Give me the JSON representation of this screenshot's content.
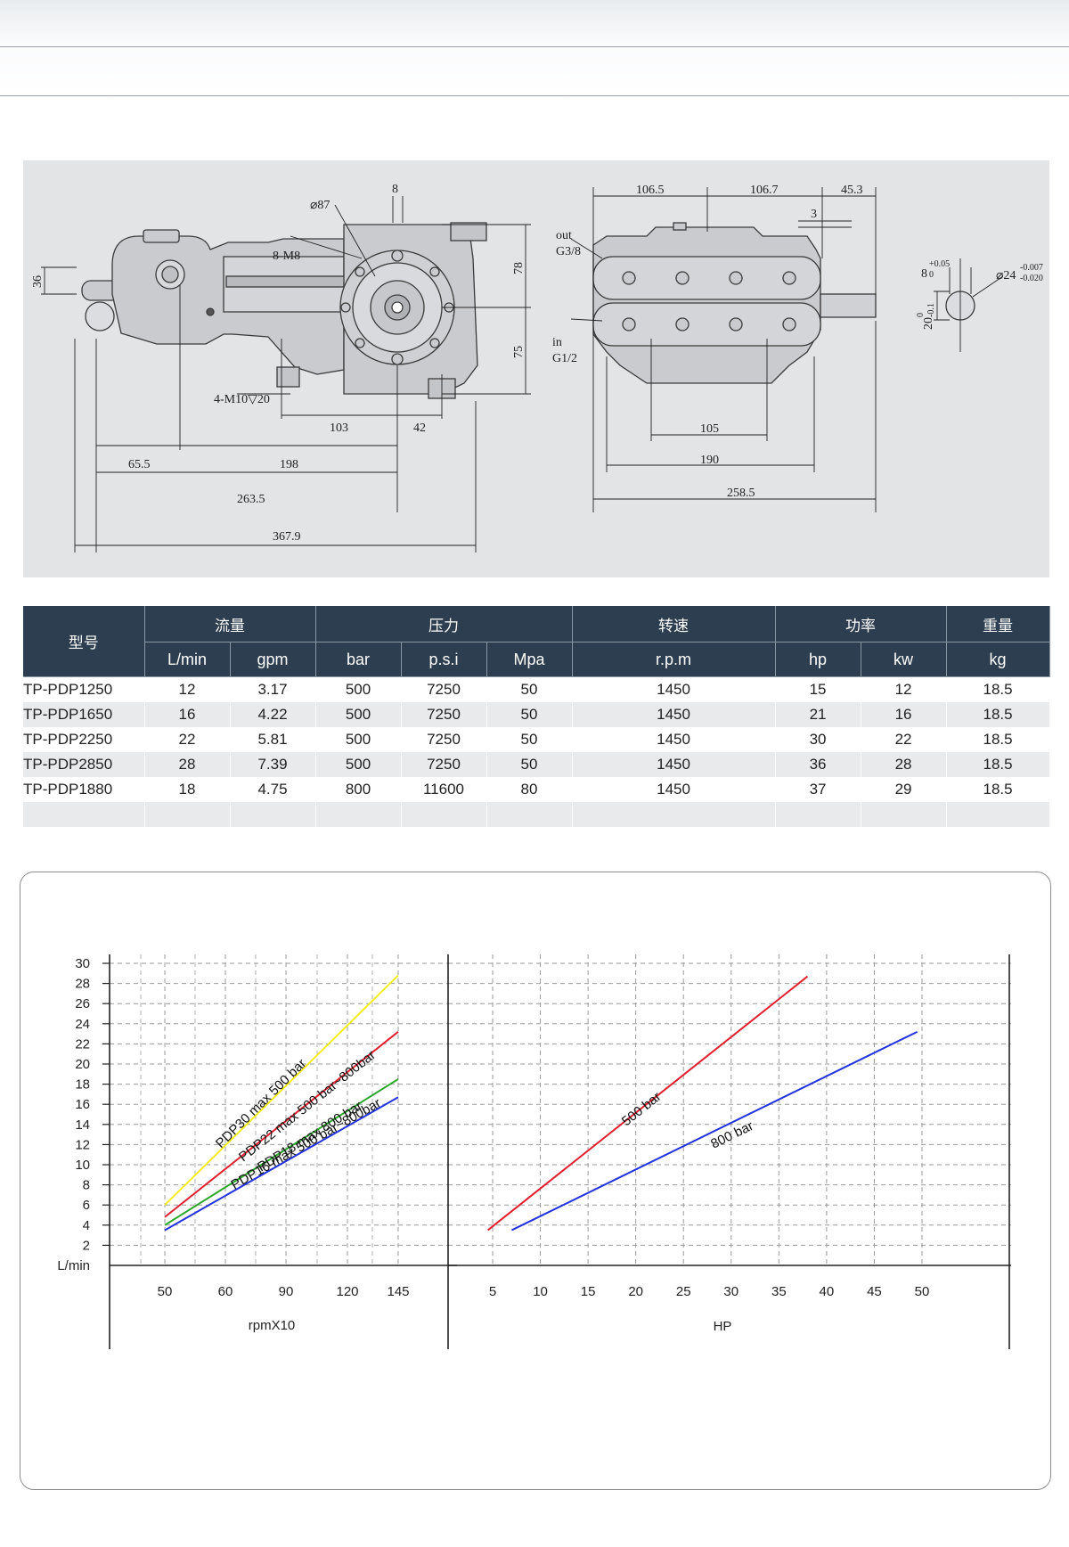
{
  "drawing": {
    "side_view_dims": [
      "⌀87",
      "8",
      "8-M8",
      "36",
      "78",
      "75",
      "4-M10▽20",
      "103",
      "42",
      "65.5",
      "198",
      "263.5",
      "367.9"
    ],
    "front_view_dims": [
      "106.5",
      "106.7",
      "45.3",
      "3",
      "out",
      "G3/8",
      "in",
      "G1/2",
      "105",
      "190",
      "258.5"
    ],
    "shaft_dims": {
      "key_width": "8",
      "key_tol_upper": "+0.05",
      "key_tol_lower": "0",
      "shaft_dia": "⌀24",
      "shaft_tol_upper": "-0.007",
      "shaft_tol_lower": "-0.020",
      "height": "20",
      "height_tol_upper": "0",
      "height_tol_lower": "-0.1"
    }
  },
  "table": {
    "group_headers": {
      "model": "型号",
      "flow": "流量",
      "pressure": "压力",
      "speed": "转速",
      "power": "功率",
      "weight": "重量"
    },
    "unit_headers": [
      "L/min",
      "gpm",
      "bar",
      "p.s.i",
      "Mpa",
      "r.p.m",
      "hp",
      "kw",
      "kg"
    ],
    "rows": [
      [
        "TP-PDP1250",
        "12",
        "3.17",
        "500",
        "7250",
        "50",
        "1450",
        "15",
        "12",
        "18.5"
      ],
      [
        "TP-PDP1650",
        "16",
        "4.22",
        "500",
        "7250",
        "50",
        "1450",
        "21",
        "16",
        "18.5"
      ],
      [
        "TP-PDP2250",
        "22",
        "5.81",
        "500",
        "7250",
        "50",
        "1450",
        "30",
        "22",
        "18.5"
      ],
      [
        "TP-PDP2850",
        "28",
        "7.39",
        "500",
        "7250",
        "50",
        "1450",
        "36",
        "28",
        "18.5"
      ],
      [
        "TP-PDP1880",
        "18",
        "4.75",
        "800",
        "11600",
        "80",
        "1450",
        "37",
        "29",
        "18.5"
      ],
      [
        "",
        "",
        "",
        "",
        "",
        "",
        "",
        "",
        "",
        ""
      ]
    ]
  },
  "chart_data": [
    {
      "type": "line",
      "y_unit_label": "L/min",
      "xlabel": "rpmX10",
      "x_ticks": [
        "50",
        "60",
        "90",
        "120",
        "145"
      ],
      "y_ticks": [
        "2",
        "4",
        "6",
        "8",
        "10",
        "12",
        "14",
        "16",
        "18",
        "20",
        "22",
        "24",
        "26",
        "28",
        "30"
      ],
      "ylim": [
        0,
        30
      ],
      "series": [
        {
          "name": "PDP30  max 500 bar",
          "color": "#f4ec1f",
          "x": [
            "50",
            "145"
          ],
          "y": [
            6.0,
            28.8
          ]
        },
        {
          "name": "PDP22  max 500 bar~800bar",
          "color": "#e0202e",
          "x": [
            "50",
            "145"
          ],
          "y": [
            4.8,
            23.2
          ]
        },
        {
          "name": "PDP18  max 800 bar",
          "color": "#2aa72a",
          "x": [
            "50",
            "145"
          ],
          "y": [
            4.0,
            18.5
          ]
        },
        {
          "name": "PDP16  max 500 bar~800bar",
          "color": "#2233dd",
          "x": [
            "50",
            "145"
          ],
          "y": [
            3.5,
            16.7
          ]
        }
      ],
      "grid": true
    },
    {
      "type": "line",
      "xlabel": "HP",
      "x_ticks": [
        "5",
        "10",
        "15",
        "20",
        "25",
        "30",
        "35",
        "40",
        "45",
        "50"
      ],
      "ylim": [
        0,
        30
      ],
      "series": [
        {
          "name": "500 bar",
          "color": "#e0202e",
          "x": [
            4.5,
            38.0
          ],
          "y": [
            3.5,
            28.7
          ]
        },
        {
          "name": "800 bar",
          "color": "#2233dd",
          "x": [
            7.0,
            49.5
          ],
          "y": [
            3.5,
            23.2
          ]
        }
      ],
      "grid": true
    }
  ]
}
